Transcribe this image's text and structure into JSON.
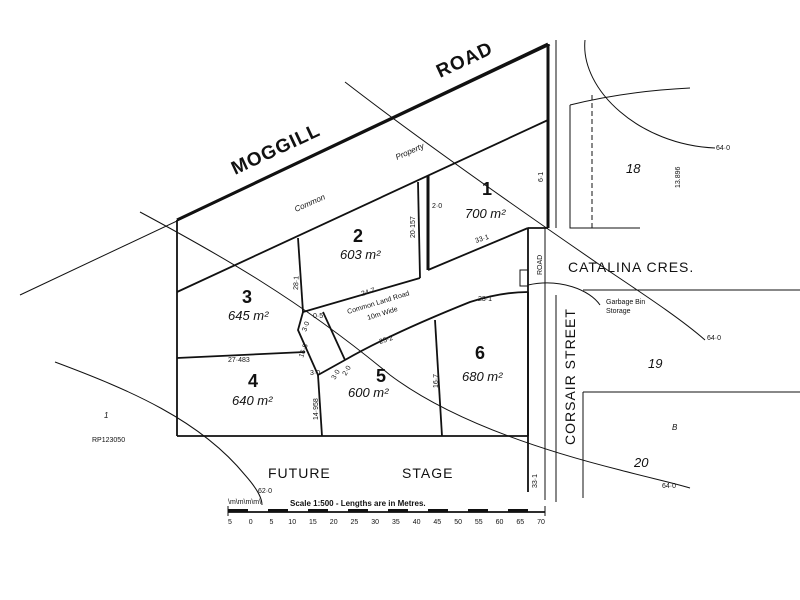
{
  "roads": {
    "moggill": "MOGGILL",
    "road": "ROAD",
    "catalina": "CATALINA CRES.",
    "corsair": "CORSAIR STREET",
    "road_small": "ROAD"
  },
  "common": {
    "common_word": "Common",
    "property_word": "Property",
    "land_road": "Common Land Road",
    "land_road_width": "10m Wide",
    "garbage": "Garbage Bin",
    "storage": "Storage"
  },
  "lots": [
    {
      "number": "1",
      "area": "700 m²"
    },
    {
      "number": "2",
      "area": "603 m²"
    },
    {
      "number": "3",
      "area": "645 m²"
    },
    {
      "number": "4",
      "area": "640 m²"
    },
    {
      "number": "5",
      "area": "600 m²"
    },
    {
      "number": "6",
      "area": "680 m²"
    }
  ],
  "neighbours": {
    "lot18": "18",
    "lot18_plan": "13.896",
    "lot19": "19",
    "lot20": "20",
    "lot_b": "B",
    "lot_left": "1",
    "lot_left_plan": "RP123050"
  },
  "future_stage": {
    "future": "FUTURE",
    "stage": "STAGE"
  },
  "contours": {
    "c1": "64·0",
    "c2": "64·0",
    "c3": "64·0",
    "c4": "62·0"
  },
  "dimensions": {
    "d1": "2·0",
    "d2": "33·1",
    "d3": "24·7",
    "d4": "23·1",
    "d5": "25·2",
    "d6": "27·483",
    "d7": "28·1",
    "d8": "20·157",
    "d9": "16·7",
    "d10": "14·958",
    "d11": "3·0",
    "d12": "3·0",
    "d13": "2·0",
    "d14": "3·0",
    "d15": "16·8",
    "d16": "6·1",
    "d17": "33·1",
    "d18": "0·5"
  },
  "scale": {
    "text": "Scale 1:500 - Lengths are in Metres.",
    "ticks": [
      "5",
      "0",
      "5",
      "10",
      "15",
      "20",
      "25",
      "30",
      "35",
      "40",
      "45",
      "50",
      "55",
      "60",
      "65",
      "70"
    ],
    "bar_note": "\\m\\m\\m\\m\\"
  },
  "colors": {
    "ink": "#111111",
    "paper": "#ffffff"
  }
}
